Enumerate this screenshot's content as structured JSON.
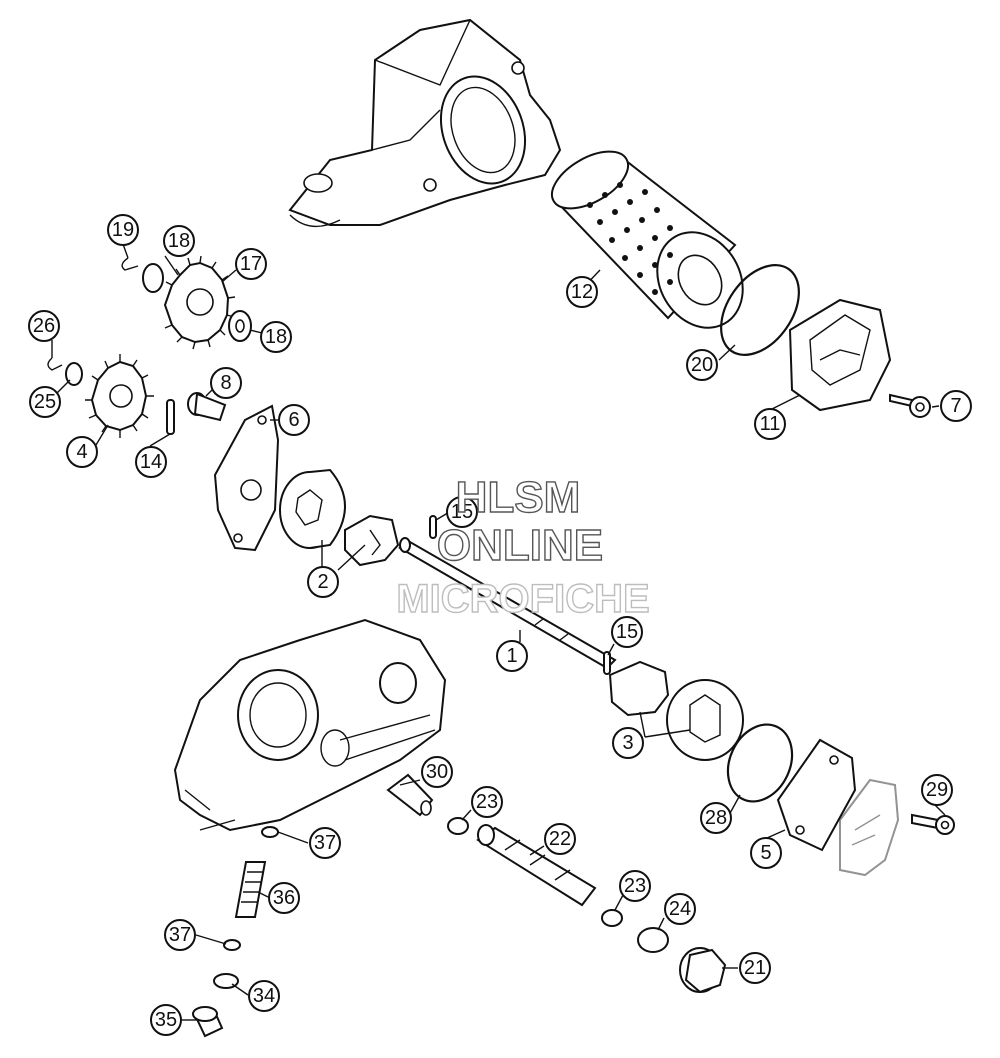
{
  "watermark": {
    "line1": "HLSM",
    "line2": "ONLINE",
    "line3": "MICROFICHE"
  },
  "callouts": {
    "c1": "1",
    "c2": "2",
    "c3": "3",
    "c4": "4",
    "c5": "5",
    "c6": "6",
    "c7": "7",
    "c8": "8",
    "c11": "11",
    "c12": "12",
    "c14": "14",
    "c15a": "15",
    "c15b": "15",
    "c17": "17",
    "c18a": "18",
    "c18b": "18",
    "c19": "19",
    "c20": "20",
    "c21": "21",
    "c22": "22",
    "c23a": "23",
    "c23b": "23",
    "c24": "24",
    "c25": "25",
    "c26": "26",
    "c28": "28",
    "c29": "29",
    "c30": "30",
    "c34": "34",
    "c35": "35",
    "c36": "36",
    "c37a": "37",
    "c37b": "37"
  },
  "colors": {
    "line": "#111111",
    "background": "#ffffff",
    "watermark": "#bdbdbd"
  }
}
